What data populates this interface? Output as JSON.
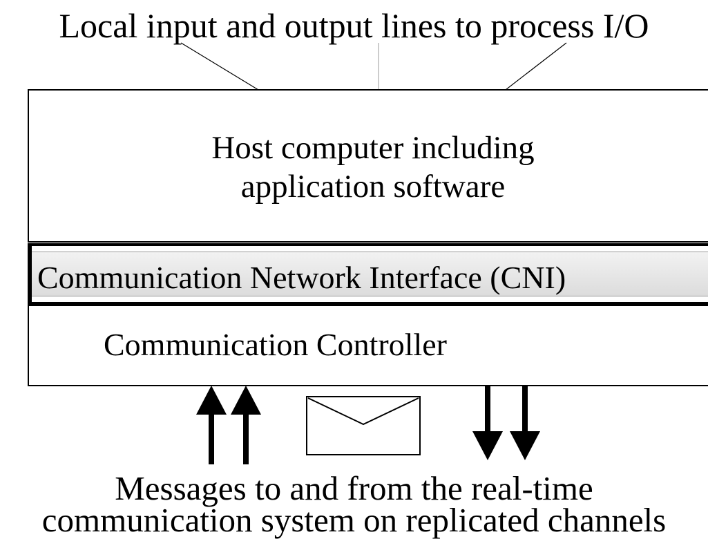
{
  "diagram": {
    "top_caption": "Local input and output lines to process I/O",
    "host": {
      "line1": "Host computer including",
      "line2": "application software"
    },
    "cni_label": "Communication Network Interface (CNI)",
    "controller_label": "Communication Controller",
    "bottom_caption": {
      "line1": "Messages to and from the real-time",
      "line2": "communication system on replicated channels"
    },
    "icons": [
      "arrow-up-icon",
      "arrow-up-icon",
      "envelope-icon",
      "arrow-down-icon",
      "arrow-down-icon"
    ]
  }
}
